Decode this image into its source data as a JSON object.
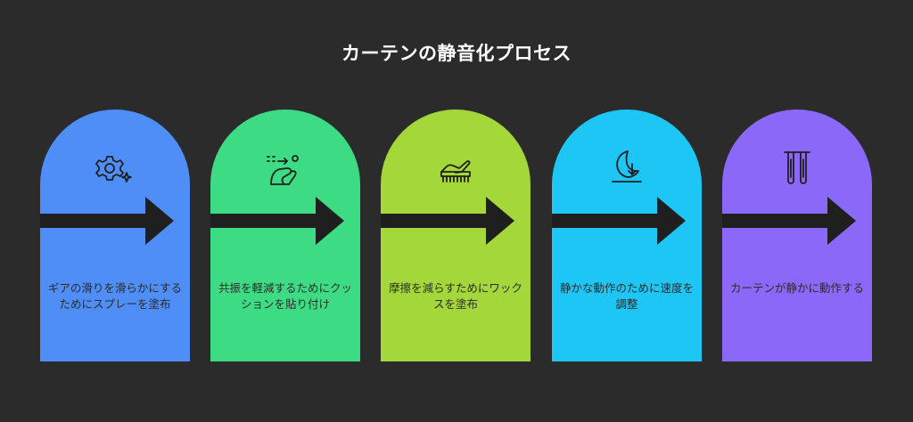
{
  "title": "カーテンの静音化プロセス",
  "steps": [
    {
      "label": "ギアの滑りを滑らかにするためにスプレーを塗布",
      "color": "#4f8ef7",
      "icon": "gear-sparkle-icon"
    },
    {
      "label": "共振を軽減するためにクッションを貼り付け",
      "color": "#3ddc84",
      "icon": "seat-cushion-icon"
    },
    {
      "label": "摩擦を減らすためにワックスを塗布",
      "color": "#a4d83a",
      "icon": "hand-brush-icon"
    },
    {
      "label": "静かな動作のために速度を調整",
      "color": "#1ec6f5",
      "icon": "moon-download-icon"
    },
    {
      "label": "カーテンが静かに動作する",
      "color": "#8c68f8",
      "icon": "curtain-icon"
    }
  ]
}
